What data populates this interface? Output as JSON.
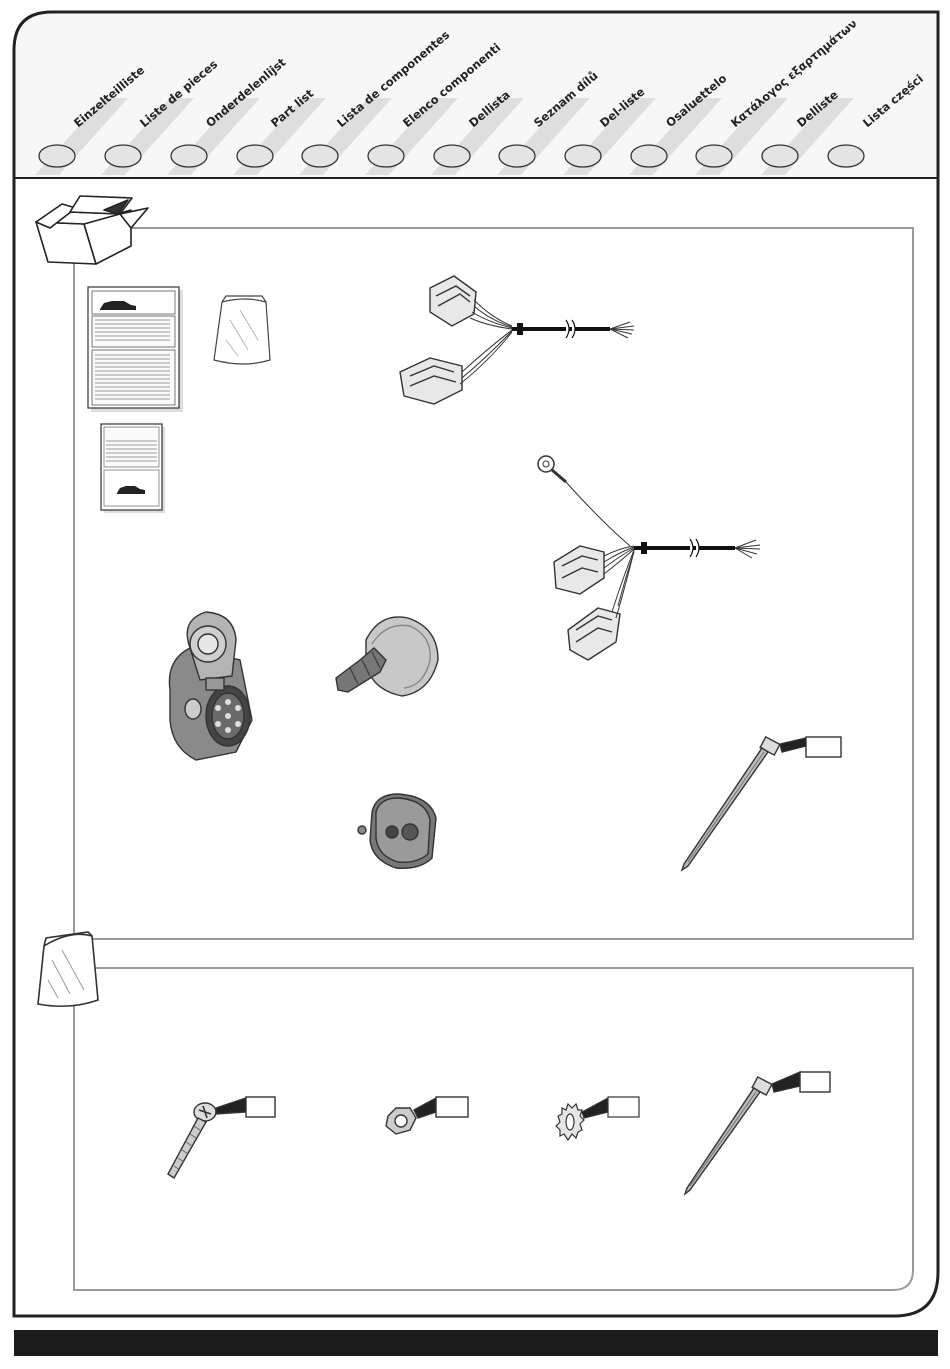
{
  "header": {
    "languages": [
      "Einzelteilliste",
      "Liste de pieces",
      "Onderdelenlijst",
      "Part list",
      "Lista de componentes",
      "Elenco componenti",
      "Dellista",
      "Seznam dílů",
      "Del-liste",
      "Osaluettelo",
      "Κατάλογος εξαρτημάτων",
      "Delliste",
      "Lista części"
    ]
  },
  "sections": {
    "box": {
      "icon": "cardboard-box-icon",
      "items": [
        "instruction-booklet",
        "instruction-sheet",
        "plastic-bag",
        "socket-wiring-harness",
        "vehicle-wiring-harness-with-ground-eyelet",
        "13-pin-trailer-socket",
        "rubber-cable-gland",
        "socket-seal-gasket",
        "cable-tie"
      ]
    },
    "bag": {
      "icon": "plastic-bag-icon",
      "items": [
        "screw",
        "nut",
        "serrated-washer",
        "cable-tie"
      ]
    }
  },
  "colors": {
    "frame": "#222222",
    "panel_border": "#999999",
    "header_fill": "#f4f4f4",
    "tab_circle": "#e6e6e6",
    "footer": "#1b1b1b"
  }
}
